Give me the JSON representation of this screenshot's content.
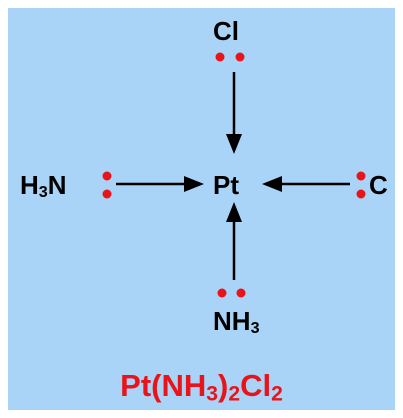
{
  "ligands": {
    "top": {
      "text": "Cl",
      "sub": ""
    },
    "left": {
      "text": "H",
      "sub": "3",
      "tail": "N"
    },
    "right": {
      "text": "C"
    },
    "bottom": {
      "text": "NH",
      "sub": "3"
    }
  },
  "center": {
    "text": "Pt"
  },
  "formula": {
    "pt": "Pt(NH",
    "sub1": "3",
    "mid": ")",
    "sub2": "2",
    "cl": "Cl",
    "sub3": "2"
  },
  "colors": {
    "background": "#a9d3f7",
    "electron_dot": "#e8141a",
    "arrow": "#000000",
    "formula": "#e8141a"
  }
}
